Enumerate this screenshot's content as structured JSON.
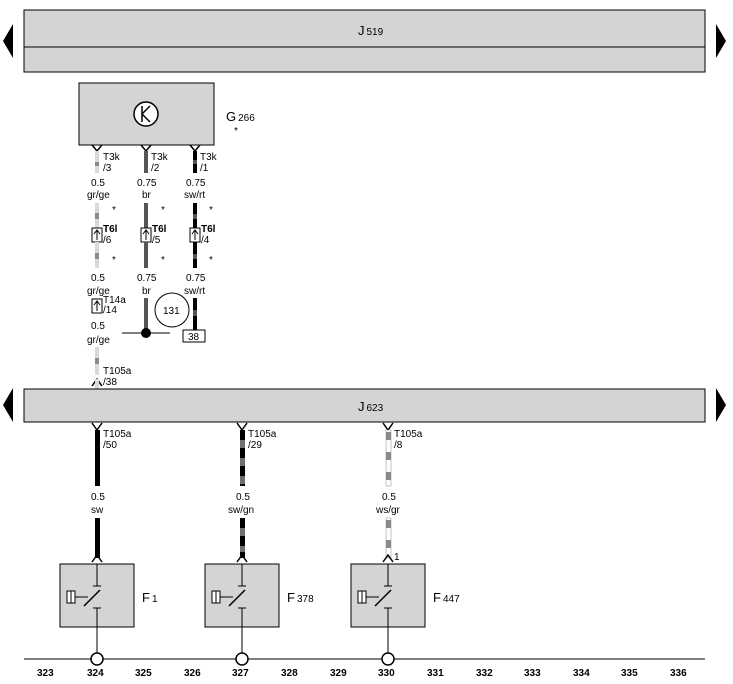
{
  "colors": {
    "panel": "#d4d4d4",
    "sw": "#000000",
    "br": "#555555",
    "gr": "#8a8a8a",
    "ge": "#d9d9d9",
    "rt": "#333333",
    "gn": "#6f6f6f",
    "ws": "#ffffff"
  },
  "top_unit": {
    "name": "J",
    "sub": "519"
  },
  "bottom_unit": {
    "name": "J",
    "sub": "623"
  },
  "sensor": {
    "name": "G",
    "sub": "266",
    "star": "*"
  },
  "sensor_wires": [
    {
      "conn": "T3k",
      "pin": "/3",
      "size1": "0.5",
      "color1": "gr/ge",
      "t6": "T6l",
      "t6pin": "/6",
      "size2": "0.5",
      "color2": "gr/ge"
    },
    {
      "conn": "T3k",
      "pin": "/2",
      "size1": "0.75",
      "color1": "br",
      "t6": "T6l",
      "t6pin": "/5",
      "size2": "0.75",
      "color2": "br"
    },
    {
      "conn": "T3k",
      "pin": "/1",
      "size1": "0.75",
      "color1": "sw/rt",
      "t6": "T6l",
      "t6pin": "/4",
      "size2": "0.75",
      "color2": "sw/rt"
    }
  ],
  "star": "*",
  "t14": {
    "conn": "T14a",
    "pin": "/14",
    "size": "0.5",
    "color": "gr/ge"
  },
  "t105_top": {
    "conn": "T105a",
    "pin": "/38"
  },
  "ground_ref": "131",
  "box_ref": "38",
  "lower_wires": [
    {
      "conn": "T105a",
      "pin": "/50",
      "size": "0.5",
      "color": "sw",
      "fuse": "F",
      "fuse_sub": "1"
    },
    {
      "conn": "T105a",
      "pin": "/29",
      "size": "0.5",
      "color": "sw/gn",
      "fuse": "F",
      "fuse_sub": "378"
    },
    {
      "conn": "T105a",
      "pin": "/8",
      "size": "0.5",
      "color": "ws/gr",
      "fuse": "F",
      "fuse_sub": "447",
      "pin_label": "1"
    }
  ],
  "grid_numbers": [
    "323",
    "324",
    "325",
    "326",
    "327",
    "328",
    "329",
    "330",
    "331",
    "332",
    "333",
    "334",
    "335",
    "336"
  ]
}
